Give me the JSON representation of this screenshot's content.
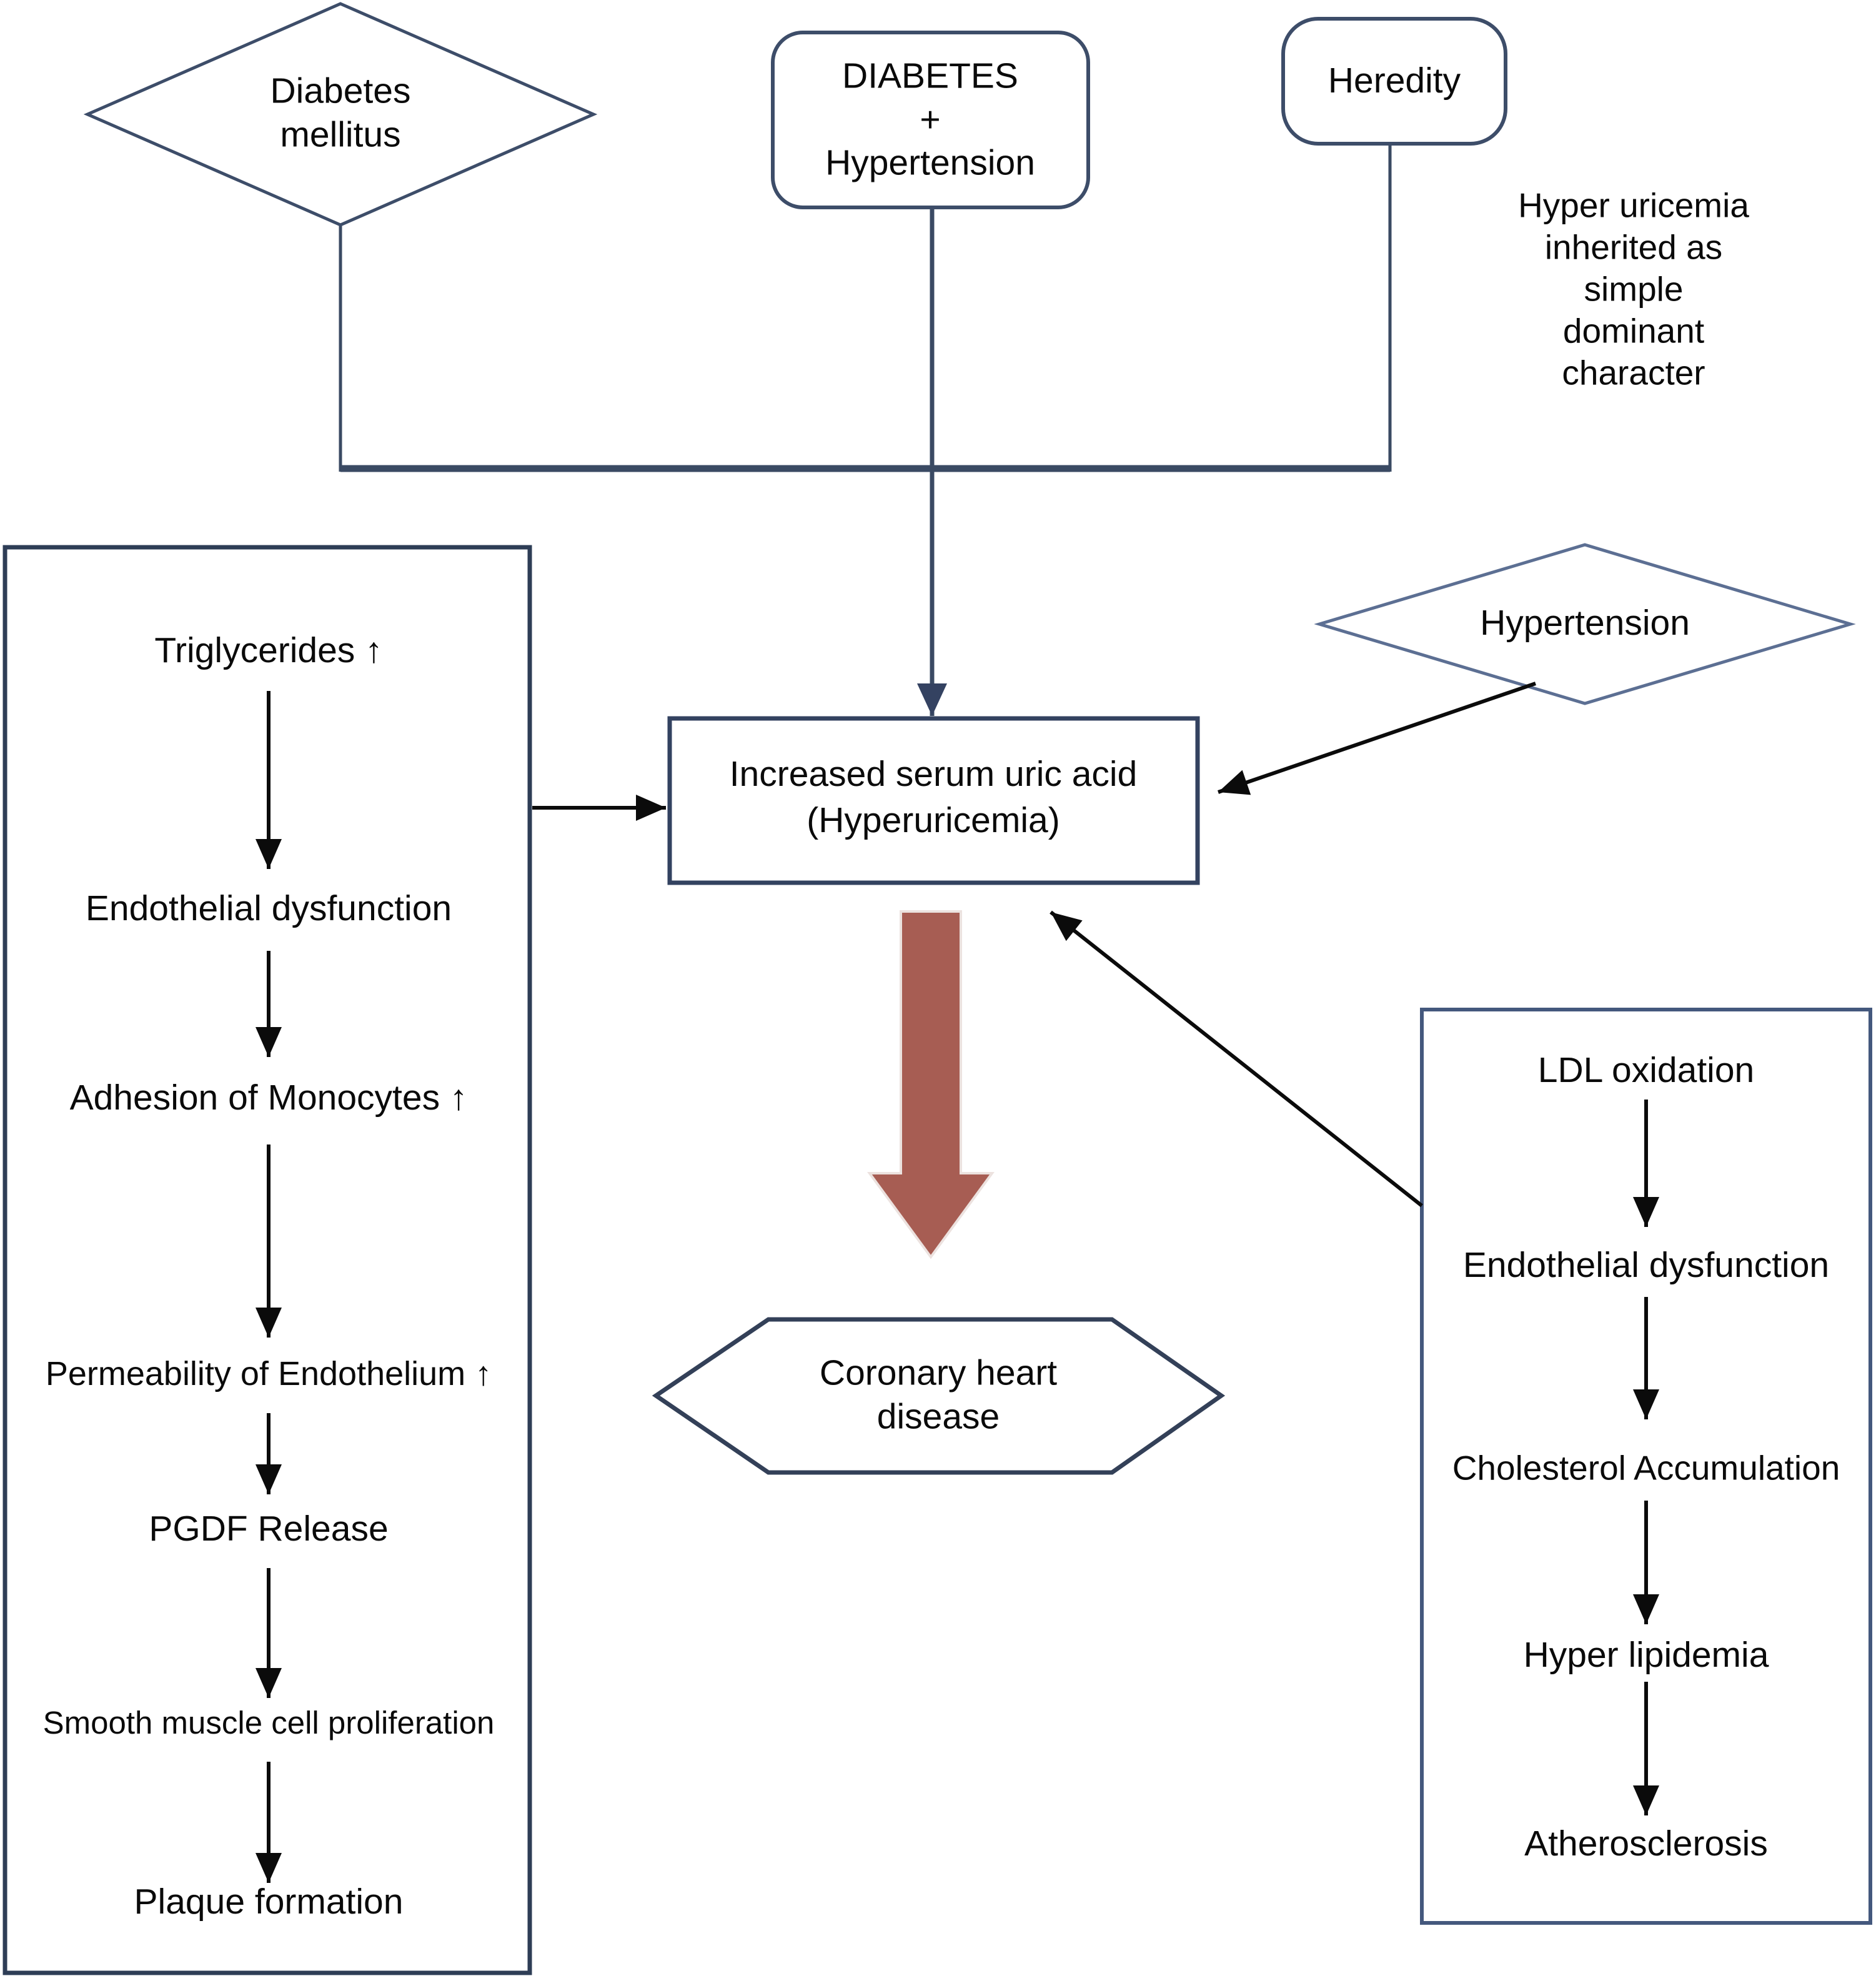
{
  "colors": {
    "background": "#ffffff",
    "outline_dark": "#2e3d56",
    "outline_medium": "#3d4d69",
    "outline_box_central": "#334260",
    "outline_hexagon": "#334058",
    "outline_right_box": "#44587d",
    "outline_light_diamond": "#5c6f93",
    "connector": "#3a4a63",
    "connector_arrowhead": "#344261",
    "black_arrow": "#0b0b0b",
    "red_arrow_fill": "#a75d53",
    "text": "#0a0a0a"
  },
  "nodes": {
    "diabetes_mellitus": "Diabetes\nmellitus",
    "diabetes_plus_hypertension": "DIABETES\n+\nHypertension",
    "heredity": "Heredity",
    "heredity_note": "Hyper uricemia inherited as\nsimple dominant character",
    "increased_uric_acid": "Increased serum uric acid\n(Hyperuricemia)",
    "hypertension": "Hypertension",
    "coronary_heart_disease": "Coronary heart\ndisease"
  },
  "left_pathway": [
    "Triglycerides ↑",
    "Endothelial dysfunction",
    "Adhesion of Monocytes ↑",
    "Permeability of Endothelium ↑",
    "PGDF Release",
    "Smooth muscle cell proliferation",
    "Plaque formation"
  ],
  "right_pathway": [
    "LDL oxidation",
    "Endothelial dysfunction",
    "Cholesterol Accumulation",
    "Hyper lipidemia",
    "Atherosclerosis"
  ]
}
